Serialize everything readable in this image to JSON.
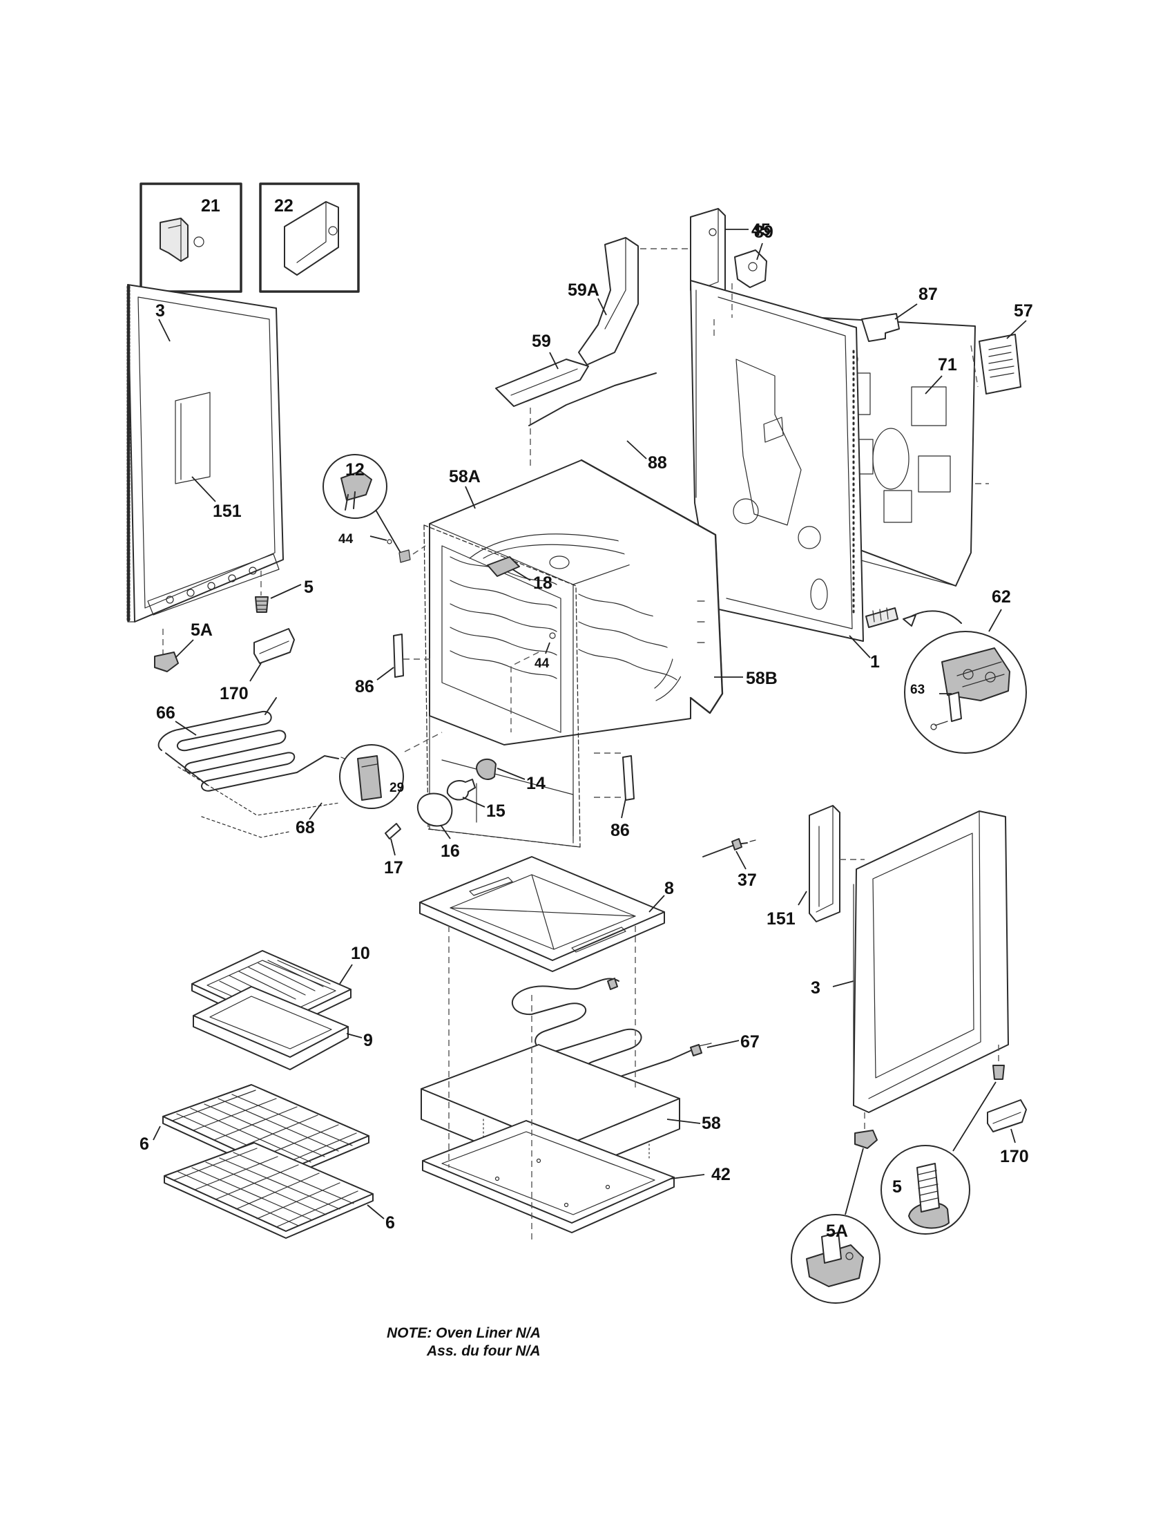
{
  "labels": {
    "p21": "21",
    "p22": "22",
    "p45": "45",
    "p59a": "59A",
    "p87": "87",
    "p57": "57",
    "p59": "59",
    "p89": "89",
    "p71": "71",
    "p3_top": "3",
    "p151_top": "151",
    "p12": "12",
    "p58a": "58A",
    "p88": "88",
    "p44_a": "44",
    "p18": "18",
    "p5_top": "5",
    "p5a_top": "5A",
    "p170_top": "170",
    "p86_a": "86",
    "p44_b": "44",
    "p58b": "58B",
    "p1": "1",
    "p62": "62",
    "p63": "63",
    "p66": "66",
    "p29": "29",
    "p14": "14",
    "p15": "15",
    "p68": "68",
    "p16": "16",
    "p86_b": "86",
    "p17": "17",
    "p37": "37",
    "p8": "8",
    "p151_bot": "151",
    "p10": "10",
    "p3_bot": "3",
    "p9": "9",
    "p67": "67",
    "p6_a": "6",
    "p58": "58",
    "p42": "42",
    "p170_bot": "170",
    "p6_b": "6",
    "p5_bot": "5",
    "p5a_bot": "5A"
  },
  "note": {
    "line1": "NOTE: Oven Liner N/A",
    "line2": "Ass. du four N/A"
  }
}
